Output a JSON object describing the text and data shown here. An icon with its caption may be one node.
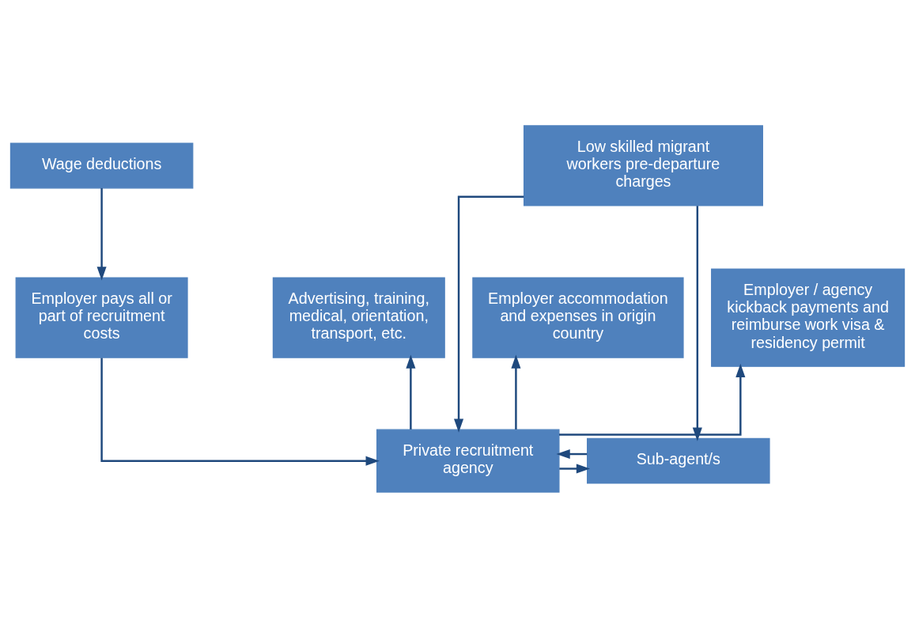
{
  "diagram": {
    "nodes": [
      {
        "text": [
          "Wage deductions"
        ]
      },
      {
        "text": [
          "Low skilled migrant workers pre-departure charges"
        ]
      },
      {
        "text": [
          "Sub-agent/s"
        ]
      },
      {
        "text": [
          "Private recruitment agency"
        ]
      },
      {
        "text": [
          "Advertising, training, medical, orientation, transport, etc."
        ]
      },
      {
        "text": [
          "Employer accommodation and expenses in origin country"
        ]
      },
      {
        "text": [
          "Employer / agency kickback payments and reimburse work visa & residency permit"
        ]
      },
      {
        "text": [
          "Employer pays all or part of recruitment costs"
        ]
      }
    ],
    "edges": [
      {
        "from": 0,
        "to": 7,
        "arrow": "to"
      },
      {
        "from": 1,
        "to": 2,
        "arrow": "to"
      },
      {
        "from": 2,
        "to": 3,
        "arrow": "to"
      },
      {
        "from": 3,
        "to": 2,
        "arrow": "to"
      },
      {
        "from": 1,
        "to": 3,
        "arrow": "to"
      },
      {
        "from": 3,
        "to": 4,
        "arrow": "to"
      },
      {
        "from": 3,
        "to": 5,
        "arrow": "to"
      },
      {
        "from": 3,
        "to": 6,
        "arrow": "to"
      },
      {
        "from": 7,
        "to": 3,
        "arrow": "to"
      }
    ]
  }
}
